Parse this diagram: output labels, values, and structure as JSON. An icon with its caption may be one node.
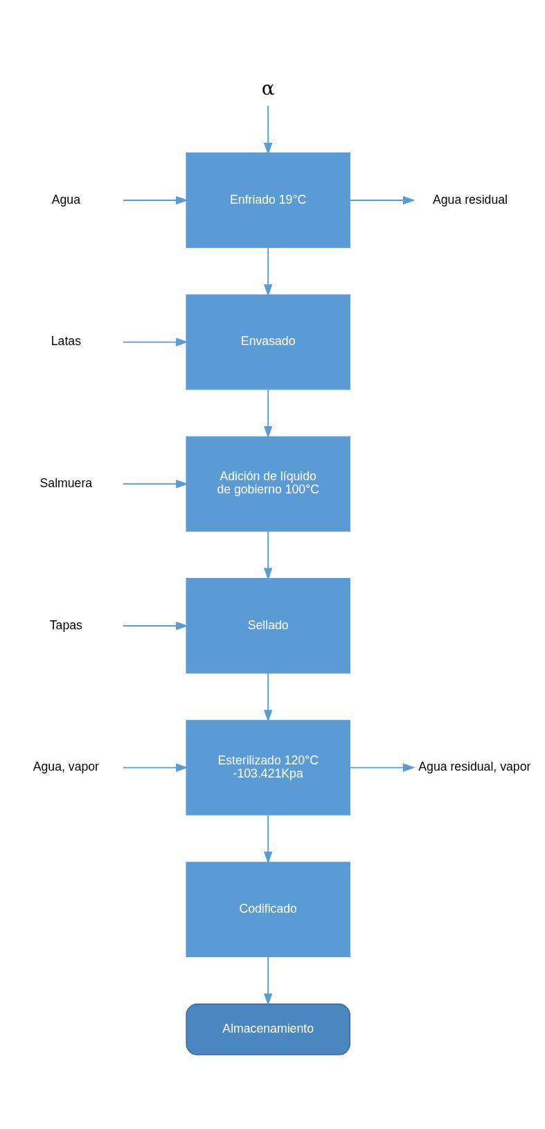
{
  "diagram": {
    "nodes": [
      {
        "text": [
          "α"
        ]
      },
      {
        "text": [
          "Agua"
        ]
      },
      {
        "text": [
          "Enfriado 19°C"
        ]
      },
      {
        "text": [
          "Agua residual"
        ]
      },
      {
        "text": [
          "Latas"
        ]
      },
      {
        "text": [
          "Envasado"
        ]
      },
      {
        "text": [
          "Salmuera"
        ]
      },
      {
        "text": [
          "Adición de líquido de gobierno 100°C"
        ]
      },
      {
        "text": [
          "Tapas"
        ]
      },
      {
        "text": [
          "Sellado"
        ]
      },
      {
        "text": [
          "Agua, vapor"
        ]
      },
      {
        "text": [
          "Esterilizado 120°C -103.421Kpa"
        ]
      },
      {
        "text": [
          "Agua residual, vapor"
        ]
      },
      {
        "text": [
          "Codificado"
        ]
      },
      {
        "text": [
          "Almacenamiento"
        ]
      }
    ],
    "edges": [
      {
        "from": 0,
        "to": 2,
        "arrow": "to"
      },
      {
        "from": 1,
        "to": 2,
        "arrow": "to"
      },
      {
        "from": 2,
        "to": 3,
        "arrow": "to"
      },
      {
        "from": 2,
        "to": 5,
        "arrow": "to"
      },
      {
        "from": 4,
        "to": 5,
        "arrow": "to"
      },
      {
        "from": 5,
        "to": 7,
        "arrow": "to"
      },
      {
        "from": 6,
        "to": 7,
        "arrow": "to"
      },
      {
        "from": 7,
        "to": 9,
        "arrow": "to"
      },
      {
        "from": 8,
        "to": 9,
        "arrow": "to"
      },
      {
        "from": 9,
        "to": 11,
        "arrow": "to"
      },
      {
        "from": 10,
        "to": 11,
        "arrow": "to"
      },
      {
        "from": 11,
        "to": 12,
        "arrow": "to"
      },
      {
        "from": 11,
        "to": 13,
        "arrow": "to"
      },
      {
        "from": 13,
        "to": 14,
        "arrow": "to"
      }
    ]
  }
}
